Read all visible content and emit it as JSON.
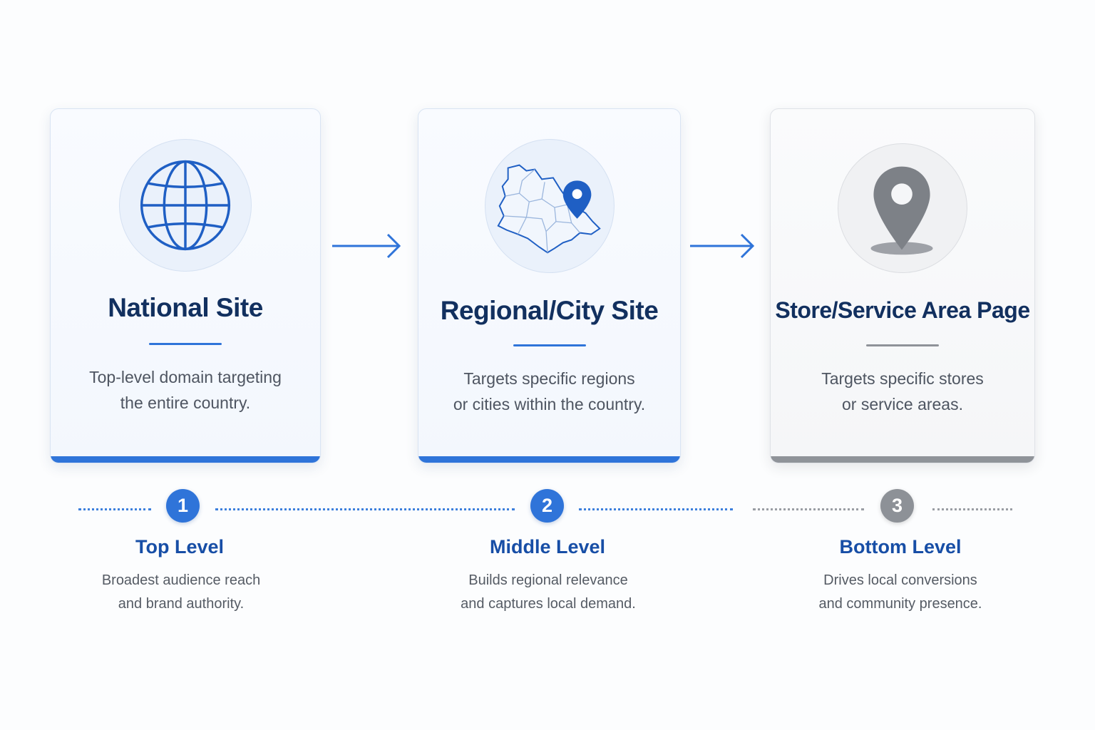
{
  "cards": [
    {
      "title": "National Site",
      "desc_line1": "Top-level domain targeting",
      "desc_line2": "the entire country.",
      "icon": "globe-icon"
    },
    {
      "title": "Regional/City Site",
      "desc_line1": "Targets specific regions",
      "desc_line2": "or cities within the country.",
      "icon": "region-map-pin-icon"
    },
    {
      "title": "Store/Service Area Page",
      "desc_line1": "Targets specific stores",
      "desc_line2": "or service areas.",
      "icon": "location-pin-icon"
    }
  ],
  "levels": [
    {
      "number": "1",
      "title": "Top Level",
      "desc_line1": "Broadest audience reach",
      "desc_line2": "and brand authority."
    },
    {
      "number": "2",
      "title": "Middle Level",
      "desc_line1": "Builds regional relevance",
      "desc_line2": "and captures local demand."
    },
    {
      "number": "3",
      "title": "Bottom Level",
      "desc_line1": "Drives local conversions",
      "desc_line2": "and community presence."
    }
  ],
  "colors": {
    "accent": "#2f74d9",
    "title": "#12305f",
    "level_title": "#174ea6",
    "neutral": "#8f9399"
  }
}
